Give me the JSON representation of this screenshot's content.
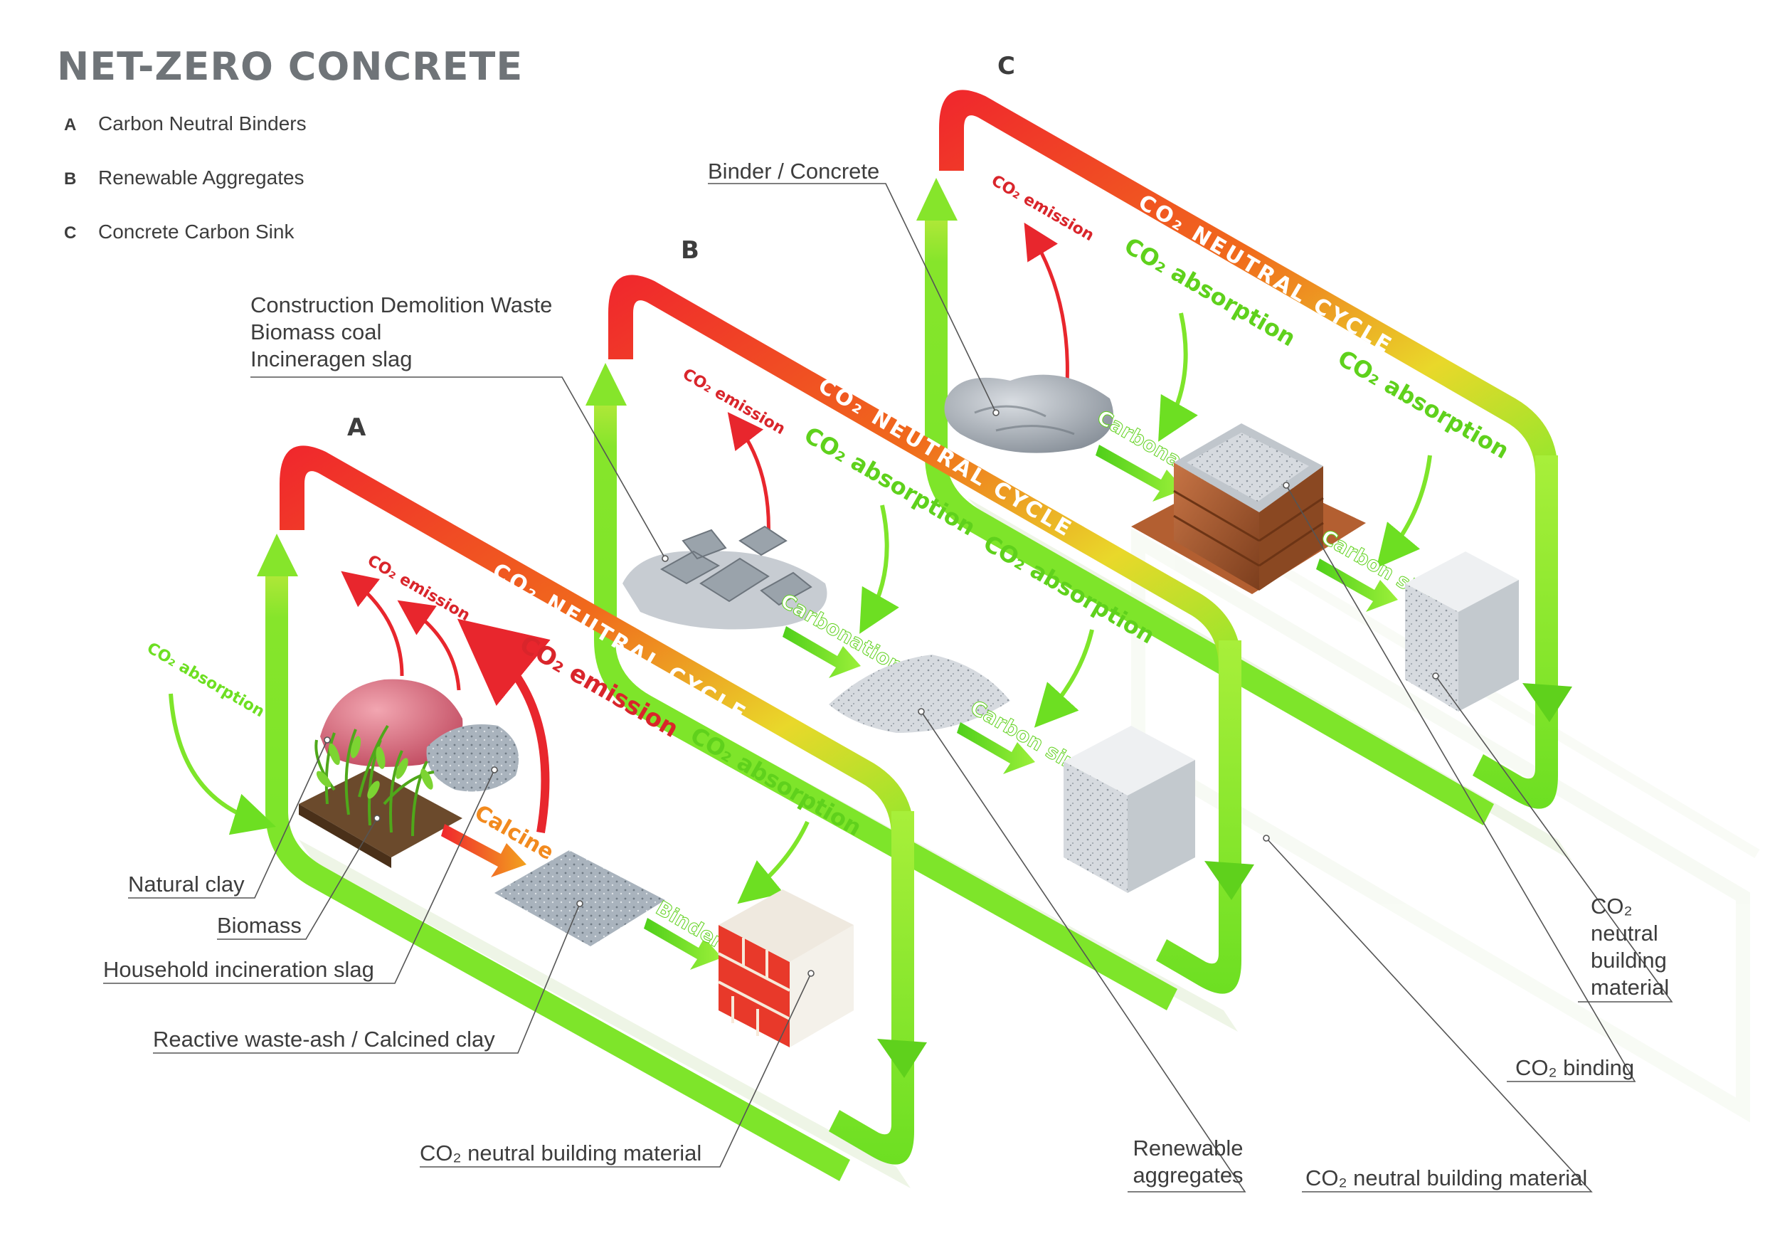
{
  "title": "NET-ZERO CONCRETE",
  "legend": [
    {
      "letter": "A",
      "text": "Carbon Neutral Binders"
    },
    {
      "letter": "B",
      "text": "Renewable Aggregates"
    },
    {
      "letter": "C",
      "text": "Concrete Carbon Sink"
    }
  ],
  "panels": {
    "a": {
      "letter": "A",
      "cycle_label": "CO₂ NEUTRAL CYCLE",
      "co2_absorption_left": "CO₂ absorption",
      "co2_emission_small": "CO₂ emission",
      "co2_emission_big": "CO₂ emission",
      "co2_absorption_right": "CO₂ absorption",
      "calcine": "Calcine",
      "binder": "Binder"
    },
    "b": {
      "letter": "B",
      "cycle_label": "CO₂ NEUTRAL CYCLE",
      "co2_emission": "CO₂ emission",
      "co2_absorption_1": "CO₂ absorption",
      "co2_absorption_2": "CO₂ absorption",
      "carbonation": "Carbonation",
      "carbon_sink": "Carbon sink"
    },
    "c": {
      "letter": "C",
      "cycle_label": "CO₂ NEUTRAL CYCLE",
      "co2_emission": "CO₂ emission",
      "co2_absorption_1": "CO₂ absorption",
      "co2_absorption_2": "CO₂ absorption",
      "carbonation": "Carbonation",
      "carbon_sink": "Carbon sink"
    }
  },
  "callouts": {
    "binder_concrete": "Binder / Concrete",
    "cdw_line1": "Construction Demolition Waste",
    "cdw_line2": "Biomass coal",
    "cdw_line3": "Incineragen slag",
    "natural_clay": "Natural clay",
    "biomass": "Biomass",
    "household_slag": "Household incineration slag",
    "reactive_ash": "Reactive waste-ash / Calcined clay",
    "co2_neutral_a": "CO₂ neutral building material",
    "renewable_aggregates_1": "Renewable",
    "renewable_aggregates_2": "aggregates",
    "co2_neutral_b": "CO₂ neutral building material",
    "co2_binding": "CO₂ binding",
    "co2_neutral_c_1": "CO₂",
    "co2_neutral_c_2": "neutral",
    "co2_neutral_c_3": "building",
    "co2_neutral_c_4": "material"
  },
  "colors": {
    "green": "#7ee52a",
    "red": "#f0262d",
    "orange": "#f28a1e",
    "dark_green": "#56c320",
    "brick": "#e8392a",
    "text": "#3d3d3d"
  }
}
